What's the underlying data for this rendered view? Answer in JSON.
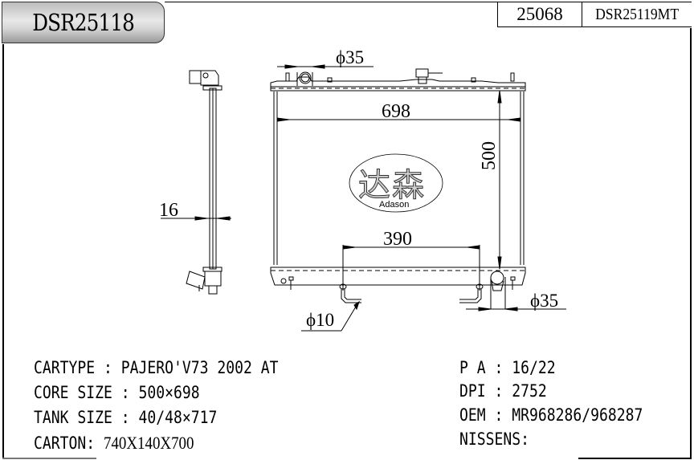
{
  "header": {
    "part_number": "DSR25118",
    "ref_number": "25068",
    "alt_part_number": "DSR25119MT"
  },
  "drawing": {
    "dim_width": "698",
    "dim_height": "500",
    "dim_core_thickness": "16",
    "dim_outlet_spacing": "390",
    "dim_top_pipe": "ϕ35",
    "dim_bottom_pipe": "ϕ35",
    "dim_small_pipe": "ϕ10",
    "logo_chinese": "达森",
    "logo_text": "Adason"
  },
  "specs_left": [
    {
      "label": "CARTYPE",
      "sep": " : ",
      "value": "PAJERO'V73 2002 AT"
    },
    {
      "label": "CORE SIZE",
      "sep": " : ",
      "value": "500×698"
    },
    {
      "label": "TANK SIZE",
      "sep": " : ",
      "value": "40/48×717"
    },
    {
      "label": "CARTON",
      "sep": ": ",
      "value": "740X140X700"
    }
  ],
  "specs_right": [
    {
      "label": "P A",
      "sep": " : ",
      "value": "16/22"
    },
    {
      "label": "DPI",
      "sep": " : ",
      "value": "2752"
    },
    {
      "label": "OEM",
      "sep": " : ",
      "value": "MR968286/968287"
    },
    {
      "label": "NISSENS",
      "sep": ":",
      "value": ""
    }
  ]
}
